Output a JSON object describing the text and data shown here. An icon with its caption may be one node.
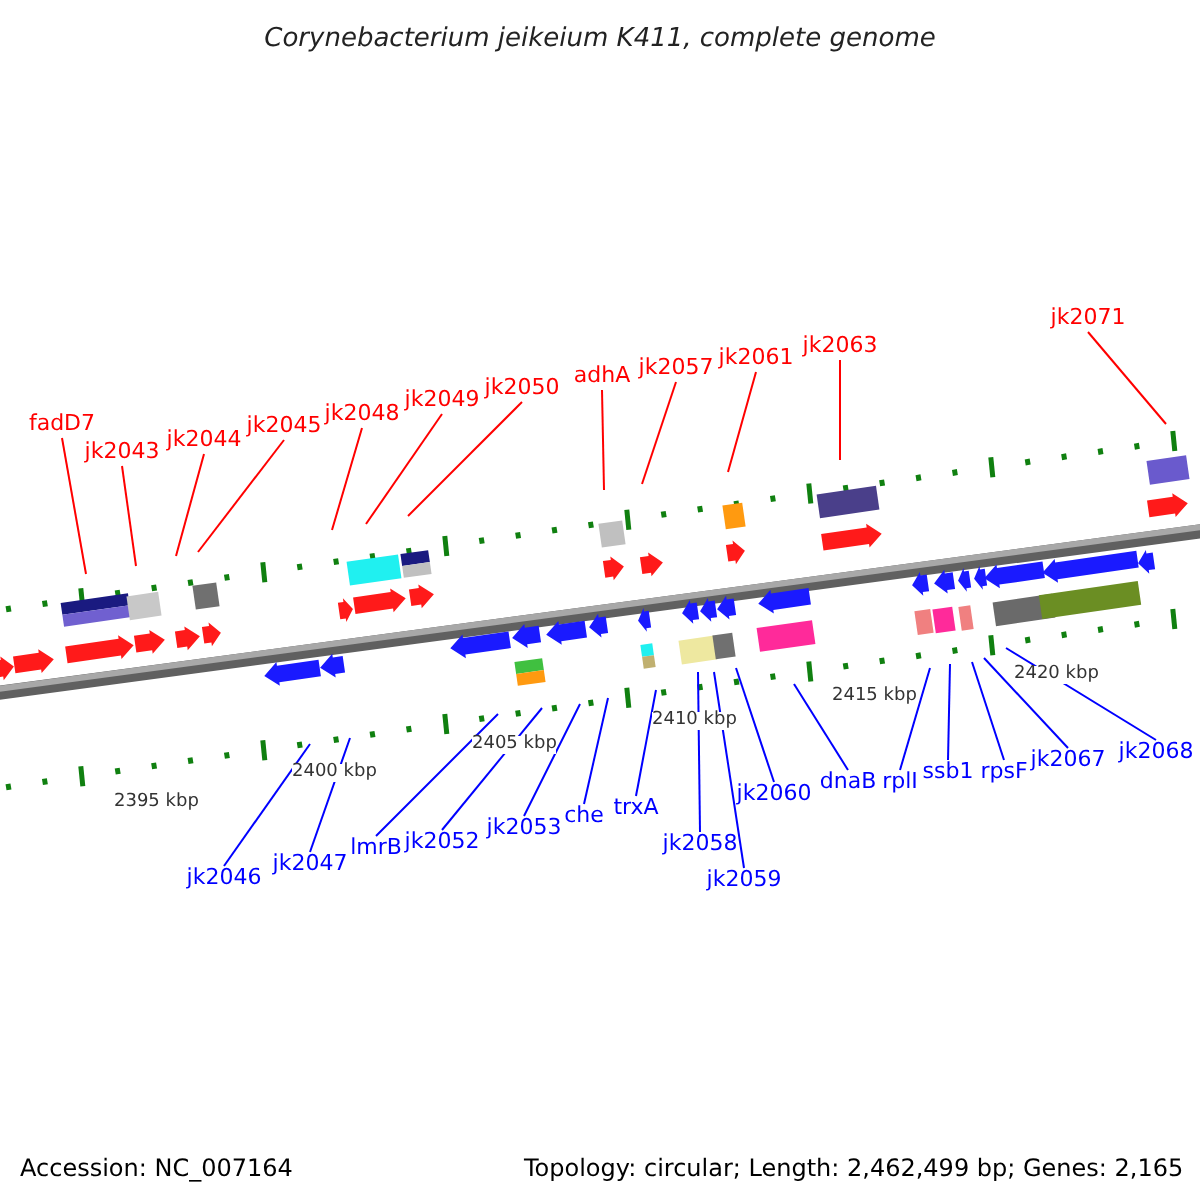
{
  "diagram": {
    "title": "Corynebacterium jeikeium K411, complete genome",
    "nodes": [
      {
        "text": [
          "fadD7"
        ]
      },
      {
        "text": [
          "jk2043"
        ]
      },
      {
        "text": [
          "jk2044"
        ]
      },
      {
        "text": [
          "jk2045"
        ]
      },
      {
        "text": [
          "jk2048"
        ]
      },
      {
        "text": [
          "jk2049"
        ]
      },
      {
        "text": [
          "jk2050"
        ]
      },
      {
        "text": [
          "adhA"
        ]
      },
      {
        "text": [
          "jk2057"
        ]
      },
      {
        "text": [
          "jk2061"
        ]
      },
      {
        "text": [
          "jk2063"
        ]
      },
      {
        "text": [
          "jk2071"
        ]
      },
      {
        "text": [
          "jk2046"
        ]
      },
      {
        "text": [
          "jk2047"
        ]
      },
      {
        "text": [
          "lmrB"
        ]
      },
      {
        "text": [
          "jk2052"
        ]
      },
      {
        "text": [
          "jk2053"
        ]
      },
      {
        "text": [
          "che"
        ]
      },
      {
        "text": [
          "trxA"
        ]
      },
      {
        "text": [
          "jk2058"
        ]
      },
      {
        "text": [
          "jk2059"
        ]
      },
      {
        "text": [
          "jk2060"
        ]
      },
      {
        "text": [
          "dnaB"
        ]
      },
      {
        "text": [
          "rplI"
        ]
      },
      {
        "text": [
          "ssb1"
        ]
      },
      {
        "text": [
          "rpsF"
        ]
      },
      {
        "text": [
          "jk2067"
        ]
      },
      {
        "text": [
          "jk2068"
        ]
      }
    ],
    "edges": [
      {
        "from": 0,
        "to": null,
        "arrow": "none",
        "color": "#ff0000"
      },
      {
        "from": 1,
        "to": null,
        "arrow": "none",
        "color": "#ff0000"
      },
      {
        "from": 2,
        "to": null,
        "arrow": "none",
        "color": "#ff0000"
      },
      {
        "from": 3,
        "to": null,
        "arrow": "none",
        "color": "#ff0000"
      },
      {
        "from": 4,
        "to": null,
        "arrow": "none",
        "color": "#ff0000"
      },
      {
        "from": 5,
        "to": null,
        "arrow": "none",
        "color": "#ff0000"
      },
      {
        "from": 6,
        "to": null,
        "arrow": "none",
        "color": "#ff0000"
      },
      {
        "from": 7,
        "to": null,
        "arrow": "none",
        "color": "#ff0000"
      },
      {
        "from": 8,
        "to": null,
        "arrow": "none",
        "color": "#ff0000"
      },
      {
        "from": 9,
        "to": null,
        "arrow": "none",
        "color": "#ff0000"
      },
      {
        "from": 10,
        "to": null,
        "arrow": "none",
        "color": "#ff0000"
      },
      {
        "from": 11,
        "to": null,
        "arrow": "none",
        "color": "#ff0000"
      },
      {
        "from": 12,
        "to": null,
        "arrow": "none"
      },
      {
        "from": 13,
        "to": null,
        "arrow": "none"
      },
      {
        "from": 14,
        "to": null,
        "arrow": "none"
      },
      {
        "from": 15,
        "to": null,
        "arrow": "none"
      },
      {
        "from": 16,
        "to": null,
        "arrow": "none"
      },
      {
        "from": 17,
        "to": null,
        "arrow": "none"
      },
      {
        "from": 18,
        "to": null,
        "arrow": "none"
      },
      {
        "from": 19,
        "to": null,
        "arrow": "none"
      },
      {
        "from": 20,
        "to": null,
        "arrow": "none"
      },
      {
        "from": 21,
        "to": null,
        "arrow": "none"
      },
      {
        "from": 22,
        "to": null,
        "arrow": "none"
      },
      {
        "from": 23,
        "to": null,
        "arrow": "none"
      },
      {
        "from": 24,
        "to": null,
        "arrow": "none"
      },
      {
        "from": 25,
        "to": null,
        "arrow": "none"
      },
      {
        "from": 26,
        "to": null,
        "arrow": "none"
      },
      {
        "from": 27,
        "to": null,
        "arrow": "none"
      }
    ],
    "labels": [
      "2395 kbp",
      "2400 kbp",
      "2405 kbp",
      "2410 kbp",
      "2415 kbp",
      "2420 kbp",
      "Accession: NC_007164",
      "Topology: circular; Length: 2,462,499 bp; Genes: 2,165"
    ]
  }
}
